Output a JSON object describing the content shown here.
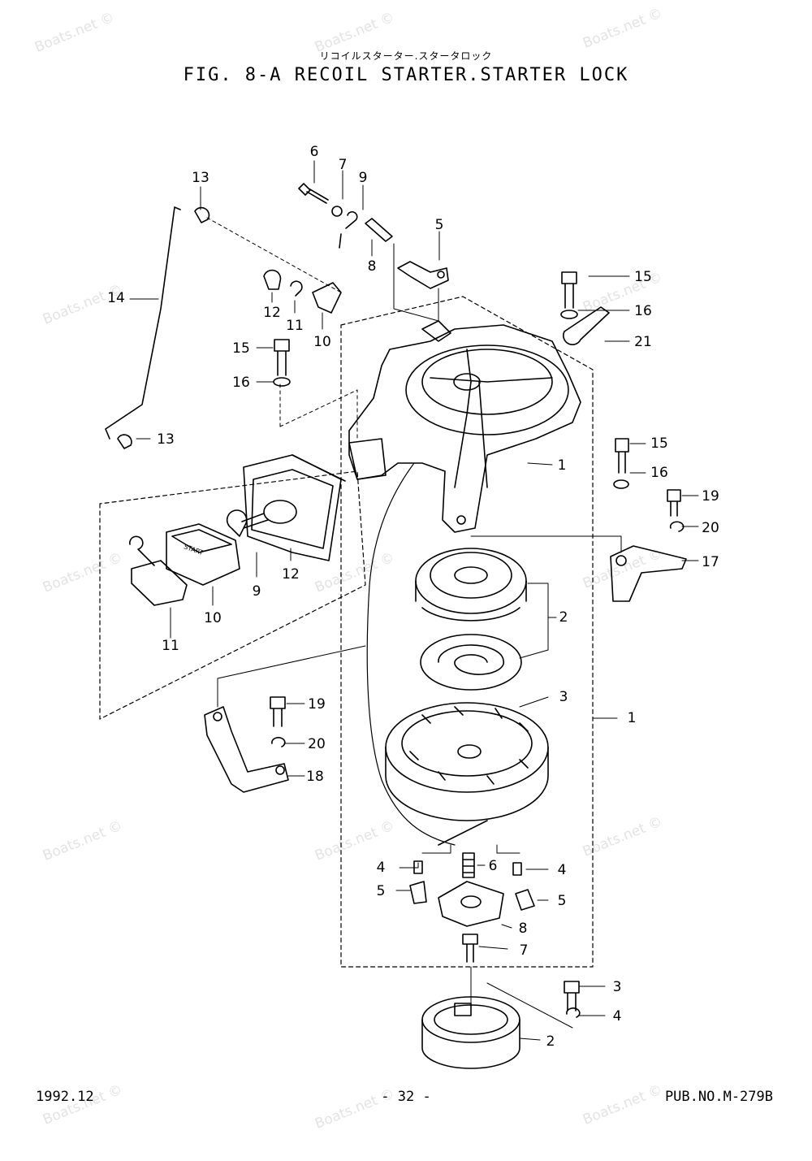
{
  "title": {
    "japanese": "リコイルスターター.スタータロック",
    "main": "FIG. 8-A RECOIL STARTER.STARTER LOCK"
  },
  "watermark": "Boats.net ©",
  "footer": {
    "date": "1992.12",
    "page": "- 32 -",
    "pub": "PUB.NO.M-279B"
  },
  "callouts": [
    {
      "id": "c6",
      "text": "6"
    },
    {
      "id": "c7a",
      "text": "7"
    },
    {
      "id": "c9a",
      "text": "9"
    },
    {
      "id": "c8a",
      "text": "8"
    },
    {
      "id": "c5a",
      "text": "5"
    },
    {
      "id": "c13a",
      "text": "13"
    },
    {
      "id": "c14",
      "text": "14"
    },
    {
      "id": "c12a",
      "text": "12"
    },
    {
      "id": "c11a",
      "text": "11"
    },
    {
      "id": "c10a",
      "text": "10"
    },
    {
      "id": "c15a",
      "text": "15"
    },
    {
      "id": "c16a",
      "text": "16"
    },
    {
      "id": "c15b",
      "text": "15"
    },
    {
      "id": "c16b",
      "text": "16"
    },
    {
      "id": "c21",
      "text": "21"
    },
    {
      "id": "c13b",
      "text": "13"
    },
    {
      "id": "c1a",
      "text": "1"
    },
    {
      "id": "c15c",
      "text": "15"
    },
    {
      "id": "c16c",
      "text": "16"
    },
    {
      "id": "c19a",
      "text": "19"
    },
    {
      "id": "c20a",
      "text": "20"
    },
    {
      "id": "c17",
      "text": "17"
    },
    {
      "id": "c9b",
      "text": "9"
    },
    {
      "id": "c12b",
      "text": "12"
    },
    {
      "id": "c10b",
      "text": "10"
    },
    {
      "id": "c11b",
      "text": "11"
    },
    {
      "id": "c2a",
      "text": "2"
    },
    {
      "id": "c3a",
      "text": "3"
    },
    {
      "id": "c1b",
      "text": "1"
    },
    {
      "id": "c19b",
      "text": "19"
    },
    {
      "id": "c20b",
      "text": "20"
    },
    {
      "id": "c18",
      "text": "18"
    },
    {
      "id": "c4a",
      "text": "4"
    },
    {
      "id": "c6b",
      "text": "6"
    },
    {
      "id": "c4b",
      "text": "4"
    },
    {
      "id": "c5b",
      "text": "5"
    },
    {
      "id": "c5c",
      "text": "5"
    },
    {
      "id": "c8b",
      "text": "8"
    },
    {
      "id": "c7b",
      "text": "7"
    },
    {
      "id": "c3b",
      "text": "3"
    },
    {
      "id": "c4c",
      "text": "4"
    },
    {
      "id": "c2b",
      "text": "2"
    }
  ],
  "handle_text": "START"
}
